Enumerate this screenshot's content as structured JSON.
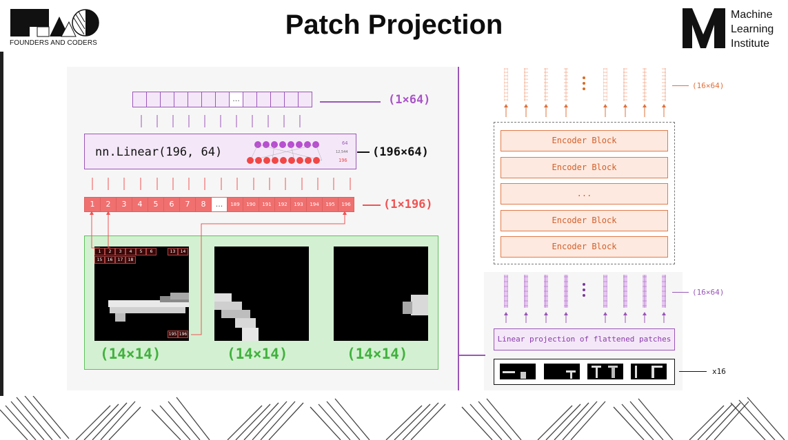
{
  "header": {
    "title": "Patch Projection",
    "left_logo_text": "FOUNDERS AND CODERS",
    "right_logo_lines": [
      "Machine",
      "Learning",
      "Institute"
    ]
  },
  "output_vector": {
    "dots": "...",
    "dim_label": "(1×64)"
  },
  "linear_layer": {
    "code": "nn.Linear(196, 64)",
    "out_count": "64",
    "param_count": "12,544",
    "in_count": "196",
    "dim_label": "(196×64)"
  },
  "input_vector": {
    "cells": [
      "1",
      "2",
      "3",
      "4",
      "5",
      "6",
      "7",
      "8",
      "...",
      "189",
      "190",
      "191",
      "192",
      "193",
      "194",
      "195",
      "196"
    ],
    "dim_label": "(1×196)"
  },
  "patches": {
    "grid_top_row1": [
      "1",
      "2",
      "3",
      "4",
      "5",
      "6"
    ],
    "grid_top_row1_right": [
      "13",
      "14"
    ],
    "grid_top_row2": [
      "15",
      "16",
      "17",
      "18"
    ],
    "grid_bottom_right": [
      "195",
      "196"
    ],
    "labels": [
      "(14×14)",
      "(14×14)",
      "(14×14)"
    ]
  },
  "encoder": {
    "output_dim_label": "(16×64)",
    "dots": "...",
    "blocks": [
      "Encoder Block",
      "Encoder Block",
      "...",
      "Encoder Block",
      "Encoder Block"
    ],
    "embedding_dim_label": "(16×64)",
    "projection_label": "Linear projection of flattened patches",
    "patch_count_label": "x16"
  },
  "colors": {
    "purple": "#9a55b8",
    "red": "#ef5353",
    "green": "#41b23e",
    "orange": "#e0703a"
  }
}
